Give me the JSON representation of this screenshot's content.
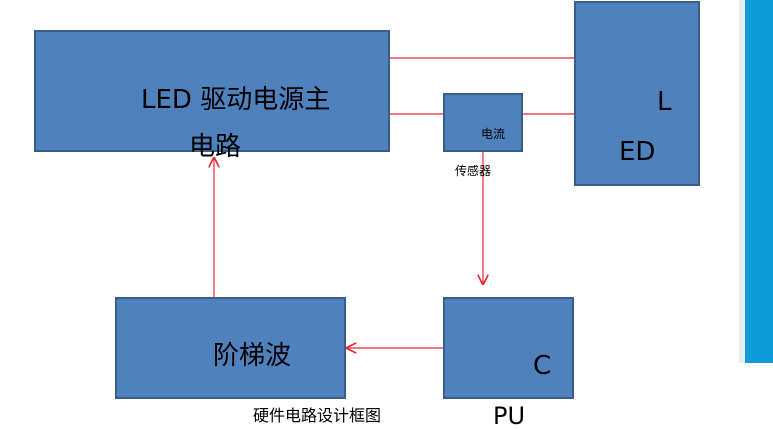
{
  "colors": {
    "box_fill": "#4f81bd",
    "box_border": "#385d8a",
    "wire": "#e8262c",
    "side_panel": "#0e9bd8"
  },
  "diagram": {
    "main_circuit": {
      "line1": "LED 驱动电源主",
      "line2": "电路"
    },
    "current_sensor": {
      "inside": "电流",
      "below": "传感器"
    },
    "led": {
      "line1": "L",
      "line2": "ED"
    },
    "staircase": {
      "label": "阶梯波"
    },
    "cpu": {
      "line1": "C",
      "line2": "PU"
    },
    "caption": "硬件电路设计框图"
  }
}
